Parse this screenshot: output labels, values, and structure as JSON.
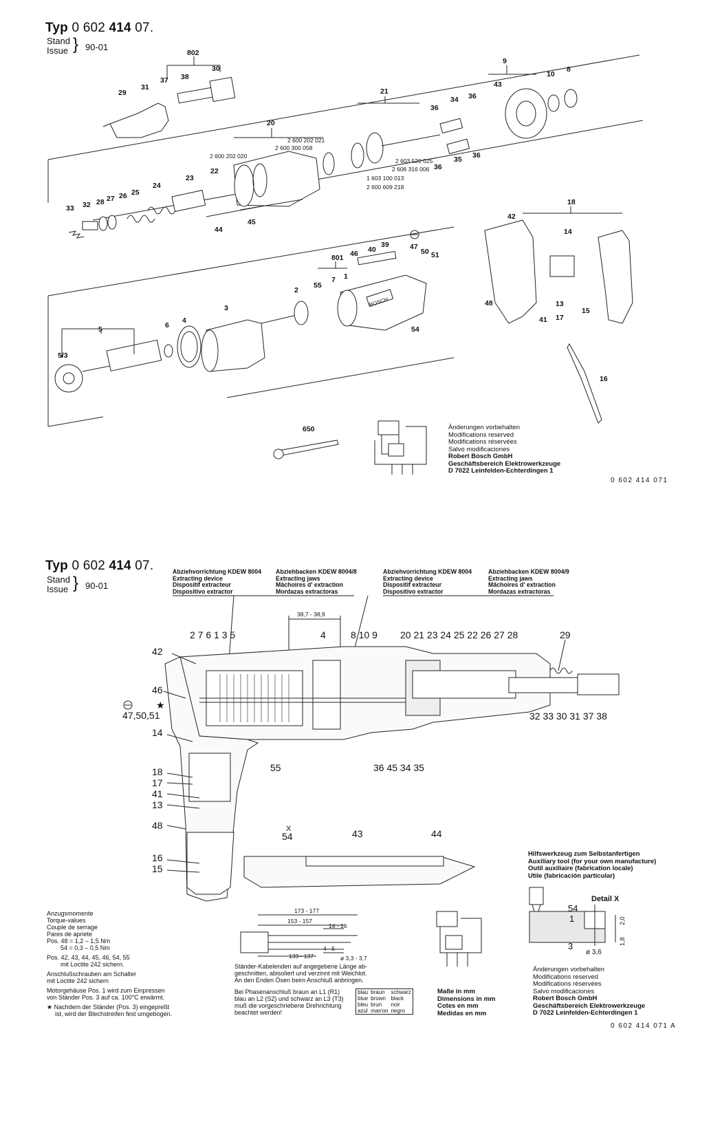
{
  "sheet1": {
    "type_prefix": "Typ",
    "type_number_a": "0 602",
    "type_number_b": "414",
    "type_number_c": "07.",
    "stand_label": "Stand",
    "issue_label": "Issue",
    "stand_value": "90-01",
    "service_parts": [
      "2 600 202 021",
      "2 600 300 058",
      "2 600 202 020",
      "2 603 520 025",
      "2 606 316 006",
      "1 603 100 013",
      "2 600 609 218"
    ],
    "part_labels_top": [
      "802",
      "38",
      "37",
      "30",
      "31",
      "29",
      "20",
      "22",
      "23",
      "24",
      "25",
      "26",
      "27",
      "28",
      "32",
      "33",
      "44",
      "45",
      "21",
      "36",
      "34",
      "9",
      "43",
      "10",
      "8",
      "35",
      "36",
      "36"
    ],
    "part_labels_middle": [
      "801",
      "46",
      "40",
      "39",
      "47",
      "50",
      "51",
      "55",
      "7",
      "1",
      "2",
      "54",
      "3",
      "6",
      "4",
      "5",
      "5/3",
      "18",
      "42",
      "14",
      "48",
      "13",
      "41",
      "17",
      "15",
      "16"
    ],
    "tool_number": "650",
    "notice": [
      "Änderungen vorbehalten",
      "Modifications reserved",
      "Modifications réservées",
      "Salvo modificaciones"
    ],
    "company": [
      "Robert Bosch GmbH",
      "Geschäftsbereich Elektrowerkzeuge",
      "D 7022 Leinfelden-Echterdingen 1"
    ],
    "doc_number": "0 602 414 071"
  },
  "sheet2": {
    "type_prefix": "Typ",
    "type_number_a": "0 602",
    "type_number_b": "414",
    "type_number_c": "07.",
    "stand_label": "Stand",
    "issue_label": "Issue",
    "stand_value": "90-01",
    "extract_1": [
      "Abziehvorrichtung KDEW 8004",
      "Extracting device",
      "Dispositif extracteur",
      "Dispositivo extractor"
    ],
    "extract_2": [
      "Abziehbacken KDEW 8004/8",
      "Extracting jaws",
      "Mâchoires d' extraction",
      "Mordazas extractoras"
    ],
    "extract_3": [
      "Abziehvorrichtung KDEW 8004",
      "Extracting device",
      "Dispositif extracteur",
      "Dispositivo extractor"
    ],
    "extract_4": [
      "Abziehbacken KDEW 8004/9",
      "Extracting jaws",
      "Mâchoires d' extraction",
      "Mordazas extractoras"
    ],
    "dimension_38": "38,7 - 38,9",
    "section_labels_top": "2 7 6 1 3 5",
    "section_labels_mid": "4",
    "section_labels_b": "8 10 9",
    "section_labels_c": "20 21 23 24 25 22 26 27 28",
    "section_label_29": "29",
    "section_labels_right_bottom": "32 33 30 31 37 38",
    "section_labels_bottom": "36   45 34 35",
    "left_labels": [
      "42",
      "46",
      "★",
      "47,50,51",
      "14",
      "18",
      "17",
      "41",
      "13",
      "48",
      "16",
      "15"
    ],
    "label_55": "55",
    "detail_labels": [
      "X",
      "54",
      "43",
      "44"
    ],
    "torque": {
      "title": [
        "Anzugsmomente",
        "Torque-values",
        "Couple de serrage",
        "Pares de apriete"
      ],
      "line1": "Pos. 48 = 1,2 – 1,5 Nm",
      "line2": "54 = 0,3 – 0,5 Nm",
      "line3": "Pos. 42, 43, 44, 45, 46, 54, 55",
      "line4": "mit Loctite 242 sichern.",
      "line5": "Anschlußschrauben am Schalter",
      "line6": "mit Loctite 242 sichern",
      "line7": "Motorgehäuse Pos. 1 wird zum Einpressen",
      "line8": "von Ständer Pos. 3 auf ca. 100°C erwärmt.",
      "line9": "Nachdem der Ständer (Pos. 3) eingepreßt",
      "line10": "ist, wird der Blechstreifen fest umgebogen."
    },
    "cable_dims": [
      "173 - 177",
      "153 - 157",
      "14 - 16",
      "4 - 5",
      "133 - 137",
      "ø 3,3 - 3,7"
    ],
    "cable_note": [
      "Ständer-Kabelenden auf angegebene Länge ab-",
      "geschnitten, abisoliert und verzinnt mit Weichlot.",
      "An den Enden Ösen beim Anschluß anbringen."
    ],
    "phase_note": [
      "Bei Phasenanschluß braun an L1 (R1)",
      "blau an L2 (S2) und schwarz an L3 (T3)",
      "muß die vorgeschriebene Drehrichtung",
      "beachtet werden!"
    ],
    "color_table": [
      [
        "blau",
        "braun",
        "schwarz"
      ],
      [
        "blue",
        "brown",
        "black"
      ],
      [
        "bleu",
        "brun",
        "noir"
      ],
      [
        "azul",
        "marron",
        "negro"
      ]
    ],
    "dims_note": [
      "Maße in mm",
      "Dimensions in mm",
      "Cotes en mm",
      "Medidas en mm"
    ],
    "aux_tool": [
      "Hilfswerkzeug zum Selbstanfertigen",
      "Auxiliary tool (for your own manufacture)",
      "Outil auxiliaire (fabrication locale)",
      "Utile (fabricación particular)"
    ],
    "detail_x": "Detail X",
    "detail_dims": [
      "54",
      "1",
      "3",
      "ø 3,6",
      "2,0",
      "1,8"
    ],
    "notice": [
      "Änderungen vorbehalten",
      "Modifications reserved",
      "Modifications réservées",
      "Salvo modificaciones"
    ],
    "company": [
      "Robert Bosch GmbH",
      "Geschäftsbereich Elektrowerkzeuge",
      "D 7022 Leinfelden-Echterdingen 1"
    ],
    "doc_number": "0 602 414 071  A"
  }
}
